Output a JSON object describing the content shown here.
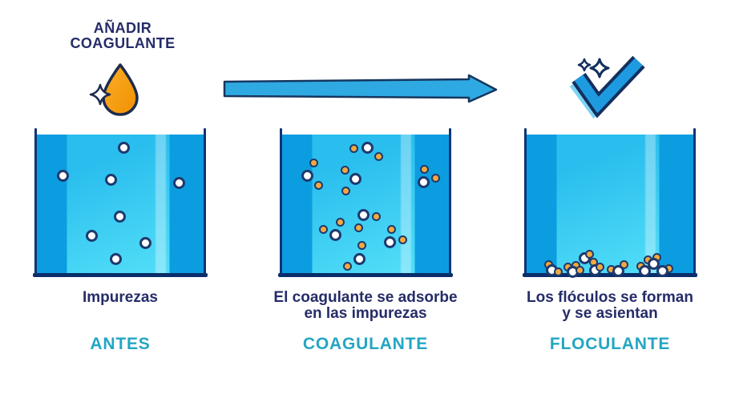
{
  "header": {
    "title_line1": "AÑADIR",
    "title_line2": "COAGULANTE",
    "icons": {
      "droplet": "orange-coagulant-drop-with-sparkle",
      "arrow": "blue-right-process-arrow",
      "check": "blue-checkmark-with-sparkles"
    }
  },
  "stages": [
    {
      "caption_line1": "Impurezas",
      "caption_line2": "",
      "label": "ANTES"
    },
    {
      "caption_line1": "El coagulante se adsorbe",
      "caption_line2": "en las impurezas",
      "label": "COAGULANTE"
    },
    {
      "caption_line1": "Los flóculos se forman",
      "caption_line2": "y se asientan",
      "label": "FLOCULANTE"
    }
  ],
  "colors": {
    "navy_text": "#252C68",
    "teal_label": "#23A6C2",
    "beaker_outline": "#0B3575",
    "particle_outline": "#1E3A6E",
    "water_dark": "#0C9DE0",
    "water_light_top": "#2ABEEE",
    "water_light_bottom": "#53DFF8",
    "impurity_particle": "#FFFFFF",
    "coagulant_particle": "#F2A93F",
    "arrow_blue": "#2FA9E2",
    "check_blue": "#1E9BE0",
    "check_shadow": "#7ED3F4",
    "droplet_light": "#FBAE2A",
    "droplet_dark": "#F19000"
  },
  "beakers": [
    {
      "id": "antes",
      "particles": [
        [
          "w",
          111,
          24
        ],
        [
          "w",
          35,
          59
        ],
        [
          "w",
          95,
          64
        ],
        [
          "w",
          180,
          68
        ],
        [
          "w",
          106,
          110
        ],
        [
          "w",
          71,
          134
        ],
        [
          "w",
          138,
          143
        ],
        [
          "w",
          101,
          163
        ]
      ]
    },
    {
      "id": "coagulante",
      "particles": [
        [
          "o",
          92,
          25
        ],
        [
          "o",
          123,
          35
        ],
        [
          "o",
          42,
          43
        ],
        [
          "o",
          81,
          52
        ],
        [
          "o",
          48,
          71
        ],
        [
          "o",
          82,
          78
        ],
        [
          "o",
          180,
          51
        ],
        [
          "o",
          194,
          62
        ],
        [
          "o",
          120,
          110
        ],
        [
          "o",
          75,
          117
        ],
        [
          "o",
          54,
          126
        ],
        [
          "o",
          98,
          124
        ],
        [
          "o",
          139,
          126
        ],
        [
          "o",
          153,
          139
        ],
        [
          "o",
          102,
          146
        ],
        [
          "o",
          84,
          172
        ],
        [
          "w",
          109,
          24
        ],
        [
          "w",
          34,
          59
        ],
        [
          "w",
          94,
          63
        ],
        [
          "w",
          179,
          67
        ],
        [
          "w",
          104,
          108
        ],
        [
          "w",
          69,
          133
        ],
        [
          "w",
          137,
          142
        ],
        [
          "w",
          99,
          163
        ]
      ]
    },
    {
      "id": "floculante",
      "particles": [
        [
          "o",
          30,
          170
        ],
        [
          "w",
          34,
          177
        ],
        [
          "o",
          42,
          179
        ],
        [
          "o",
          64,
          171
        ],
        [
          "o",
          54,
          173
        ],
        [
          "w",
          60,
          179
        ],
        [
          "w",
          75,
          162
        ],
        [
          "o",
          81,
          157
        ],
        [
          "o",
          86,
          167
        ],
        [
          "o",
          69,
          177
        ],
        [
          "w",
          88,
          177
        ],
        [
          "o",
          94,
          173
        ],
        [
          "o",
          108,
          176
        ],
        [
          "o",
          124,
          170
        ],
        [
          "w",
          117,
          178
        ],
        [
          "o",
          154,
          164
        ],
        [
          "o",
          145,
          172
        ],
        [
          "w",
          150,
          178
        ],
        [
          "o",
          165,
          161
        ],
        [
          "w",
          161,
          169
        ],
        [
          "o",
          180,
          175
        ],
        [
          "w",
          172,
          178
        ]
      ]
    }
  ]
}
